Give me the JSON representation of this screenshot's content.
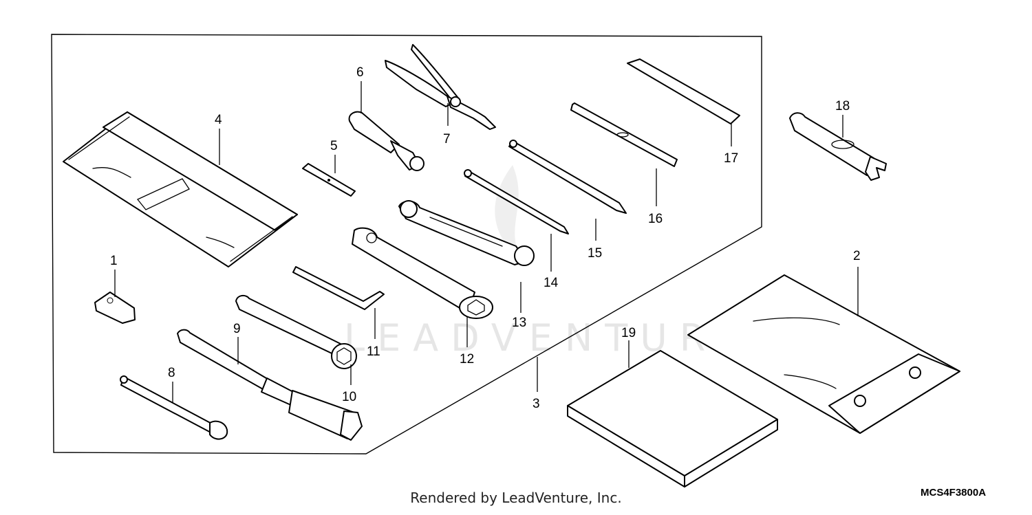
{
  "watermark": "LEADVENTURE",
  "footer_text": "Rendered by LeadVenture, Inc.",
  "diagram_code": "MCS4F3800A",
  "callouts": [
    "1",
    "2",
    "3",
    "4",
    "5",
    "6",
    "7",
    "8",
    "9",
    "10",
    "11",
    "12",
    "13",
    "14",
    "15",
    "16",
    "17",
    "18",
    "19"
  ]
}
